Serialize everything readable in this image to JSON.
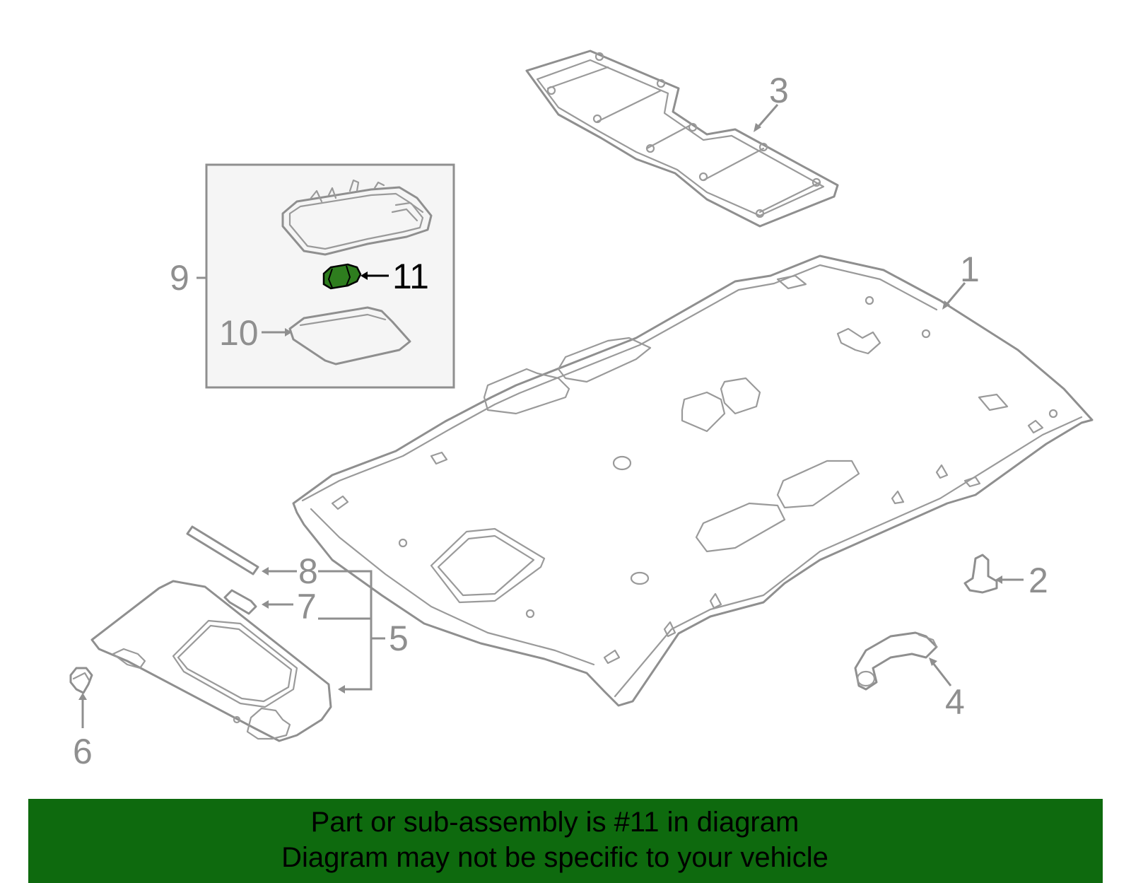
{
  "diagram": {
    "callouts": {
      "c1": "1",
      "c2": "2",
      "c3": "3",
      "c4": "4",
      "c5": "5",
      "c6": "6",
      "c7": "7",
      "c8": "8",
      "c9": "9",
      "c10": "10",
      "c11": "11"
    },
    "highlighted_part": "11",
    "colors": {
      "line": "#8f8f8f",
      "highlight": "#2e7d1e",
      "footer_bg": "#0e6a0e",
      "inset_bg": "#f5f5f5"
    }
  },
  "footer": {
    "line1": "Part or sub-assembly is #11 in diagram",
    "line2": "Diagram may not be specific to your vehicle"
  }
}
